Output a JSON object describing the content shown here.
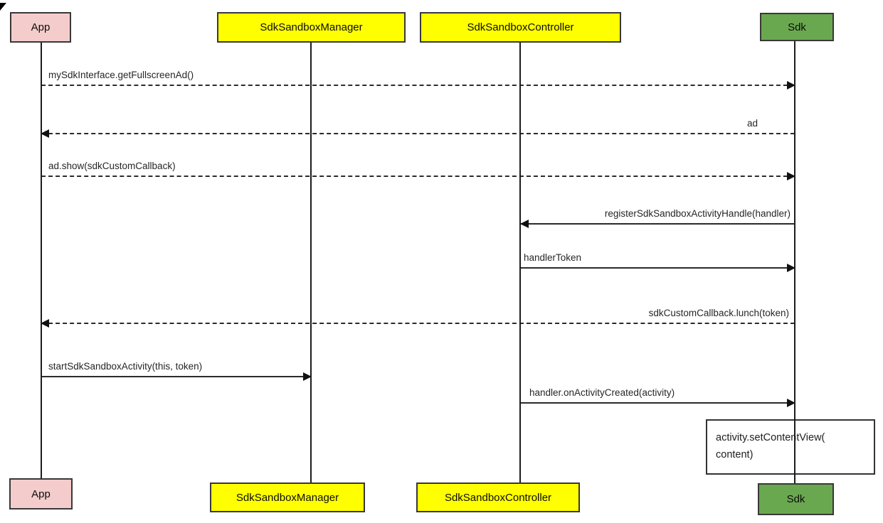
{
  "diagram": {
    "type": "sequence-diagram",
    "actors": [
      {
        "name": "App",
        "color": "#f4cccc"
      },
      {
        "name": "SdkSandboxManager",
        "color": "#ffff00"
      },
      {
        "name": "SdkSandboxController",
        "color": "#ffff00"
      },
      {
        "name": "Sdk",
        "color": "#6aa84f"
      }
    ],
    "messages": [
      {
        "label": "mySdkInterface.getFullscreenAd()",
        "from": "App",
        "to": "Sdk",
        "style": "dashed"
      },
      {
        "label": "ad",
        "from": "Sdk",
        "to": "App",
        "style": "dashed"
      },
      {
        "label": "ad.show(sdkCustomCallback)",
        "from": "App",
        "to": "Sdk",
        "style": "dashed"
      },
      {
        "label": "registerSdkSandboxActivityHandle(handler)",
        "from": "Sdk",
        "to": "SdkSandboxController",
        "style": "solid"
      },
      {
        "label": "handlerToken",
        "from": "SdkSandboxController",
        "to": "Sdk",
        "style": "solid"
      },
      {
        "label": "sdkCustomCallback.lunch(token)",
        "from": "Sdk",
        "to": "App",
        "style": "dashed"
      },
      {
        "label": "startSdkSandboxActivity(this, token)",
        "from": "App",
        "to": "SdkSandboxManager",
        "style": "solid"
      },
      {
        "label": "handler.onActivityCreated(activity)",
        "from": "SdkSandboxController",
        "to": "Sdk",
        "style": "solid"
      }
    ],
    "note": {
      "line1": "activity.setContentView(",
      "line2": "content)",
      "attached_to": "Sdk"
    },
    "colors": {
      "background": "#ffffff",
      "line": "#2b2b2b",
      "border": "#383838"
    }
  }
}
